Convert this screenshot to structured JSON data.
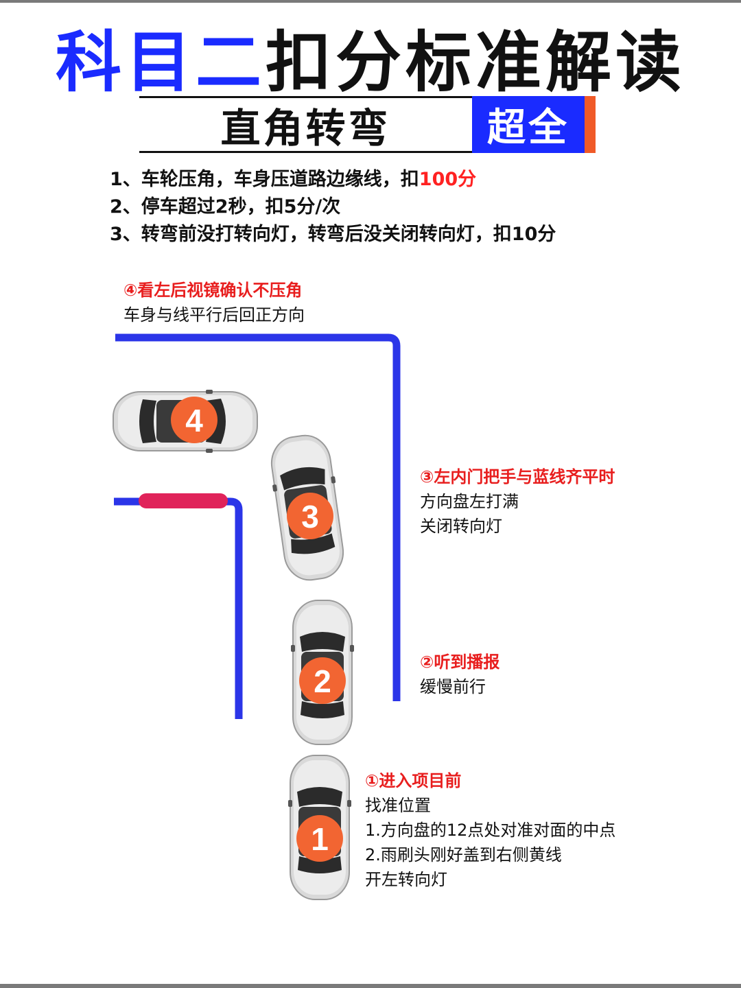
{
  "title": {
    "chars": [
      "科",
      "目",
      "二",
      "扣",
      "分",
      "标",
      "准",
      "解",
      "读"
    ],
    "blue_count": 3
  },
  "subtitle": {
    "text": "直角转弯",
    "badge": "超全"
  },
  "rules": [
    {
      "prefix": "1、车轮压角，车身压道路边缘线，扣",
      "highlight": "100分",
      "suffix": ""
    },
    {
      "prefix": "2、停车超过2秒，扣5分/次",
      "highlight": "",
      "suffix": ""
    },
    {
      "prefix": "3、转弯前没打转向灯，转弯后没关闭转向灯，扣10分",
      "highlight": "",
      "suffix": ""
    }
  ],
  "steps": [
    {
      "number": "4",
      "heading": "④看左后视镜确认不压角",
      "lines": [
        "车身与线平行后回正方向"
      ]
    },
    {
      "number": "3",
      "heading": "③左内门把手与蓝线齐平时",
      "lines": [
        "方向盘左打满",
        "关闭转向灯"
      ]
    },
    {
      "number": "2",
      "heading": "②听到播报",
      "lines": [
        "缓慢前行"
      ]
    },
    {
      "number": "1",
      "heading": "①进入项目前",
      "lines": [
        "找准位置",
        "1.方向盘的12点处对准对面的中点",
        "2.雨刷头刚好盖到右侧黄线",
        "开左转向灯"
      ]
    }
  ],
  "colors": {
    "accent_blue": "#1a2bff",
    "badge_orange": "#f05a28",
    "warning_red": "#ff2222",
    "marker_orange": "#f26532",
    "corner_pink": "#e0235a"
  }
}
